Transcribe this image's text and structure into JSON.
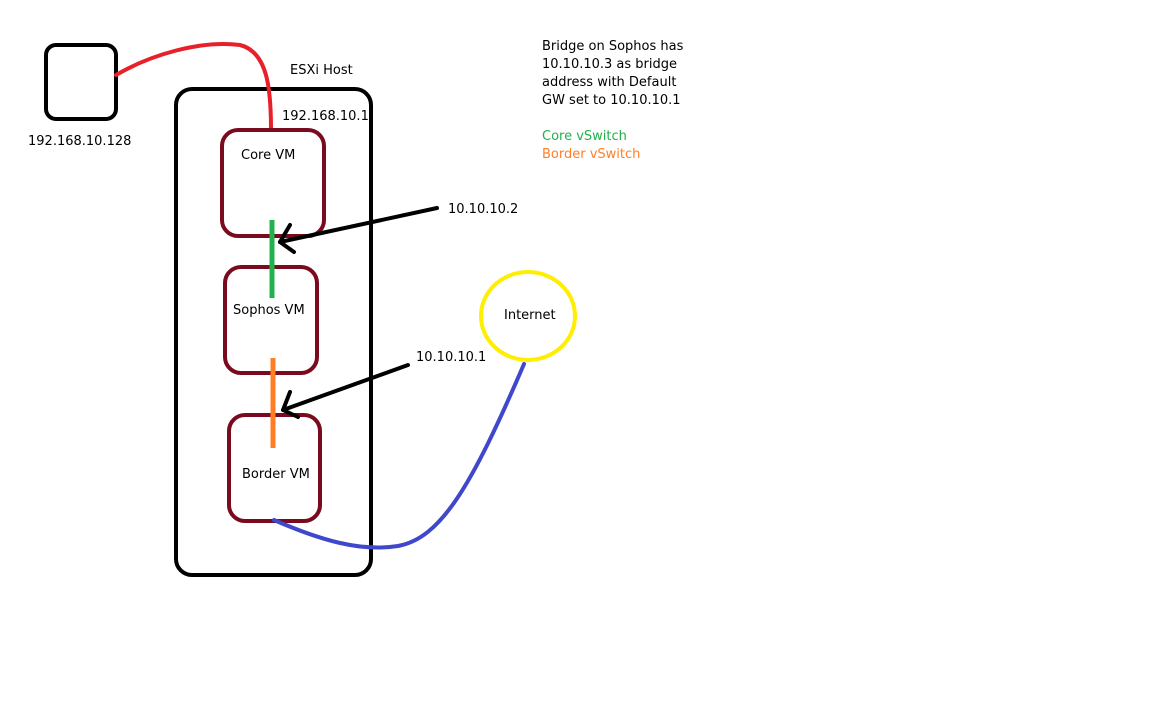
{
  "labels": {
    "client_ip": "192.168.10.128",
    "esxi_host": "ESXi Host",
    "core_ip": "192.168.10.1",
    "core_vm": "Core VM",
    "sophos_vm": "Sophos VM",
    "border_vm": "Border VM",
    "ip_core_side": "10.10.10.2",
    "ip_border_side": "10.10.10.1",
    "internet": "Internet"
  },
  "notes": {
    "bridge_lines": [
      "Bridge on Sophos has",
      "10.10.10.3 as bridge",
      "address with Default",
      "GW set to 10.10.10.1"
    ],
    "legend_core": "Core vSwitch",
    "legend_border": "Border vSwitch"
  },
  "colors": {
    "vm_border": "#7a0a1e",
    "red_link": "#e8202a",
    "core_vswitch": "#22b14c",
    "border_vswitch": "#ff7f27",
    "internet_circle": "#ffee00",
    "internet_link": "#3f48cc",
    "outline": "#000000"
  }
}
